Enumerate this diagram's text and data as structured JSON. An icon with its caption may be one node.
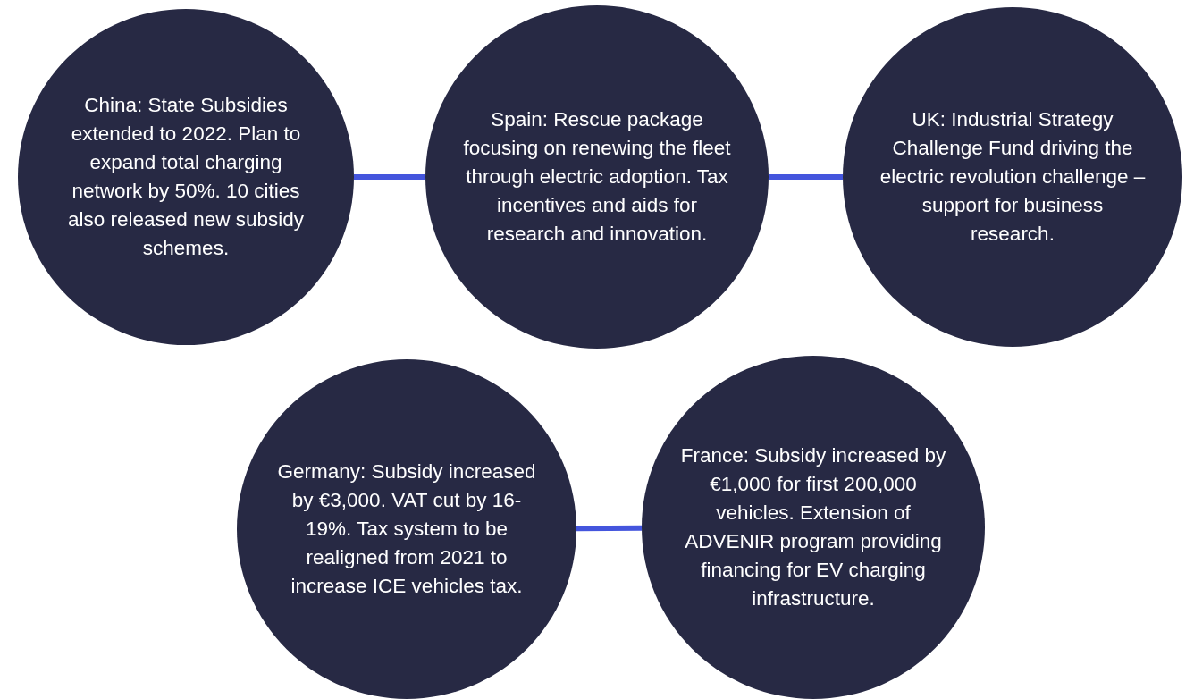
{
  "diagram": {
    "nodes": [
      {
        "text": [
          "China: State Subsidies extended to 2022. Plan to expand total charging network by 50%. 10 cities also released new subsidy schemes."
        ]
      },
      {
        "text": [
          "Spain: Rescue package focusing on renewing the fleet through electric adoption. Tax incentives and aids for research and innovation."
        ]
      },
      {
        "text": [
          "UK: Industrial Strategy Challenge Fund driving the electric revolution challenge – support for business research."
        ]
      },
      {
        "text": [
          "Germany: Subsidy increased by €3,000. VAT cut by 16-19%. Tax system to be realigned from 2021 to increase ICE vehicles tax."
        ]
      },
      {
        "text": [
          "France: Subsidy increased by €1,000 for first 200,000 vehicles. Extension of ADVENIR program providing financing for EV charging infrastructure."
        ]
      }
    ],
    "edges": [
      {
        "from": 0,
        "to": 1,
        "arrow": "none"
      },
      {
        "from": 1,
        "to": 2,
        "arrow": "none"
      },
      {
        "from": 3,
        "to": 4,
        "arrow": "none"
      }
    ]
  }
}
